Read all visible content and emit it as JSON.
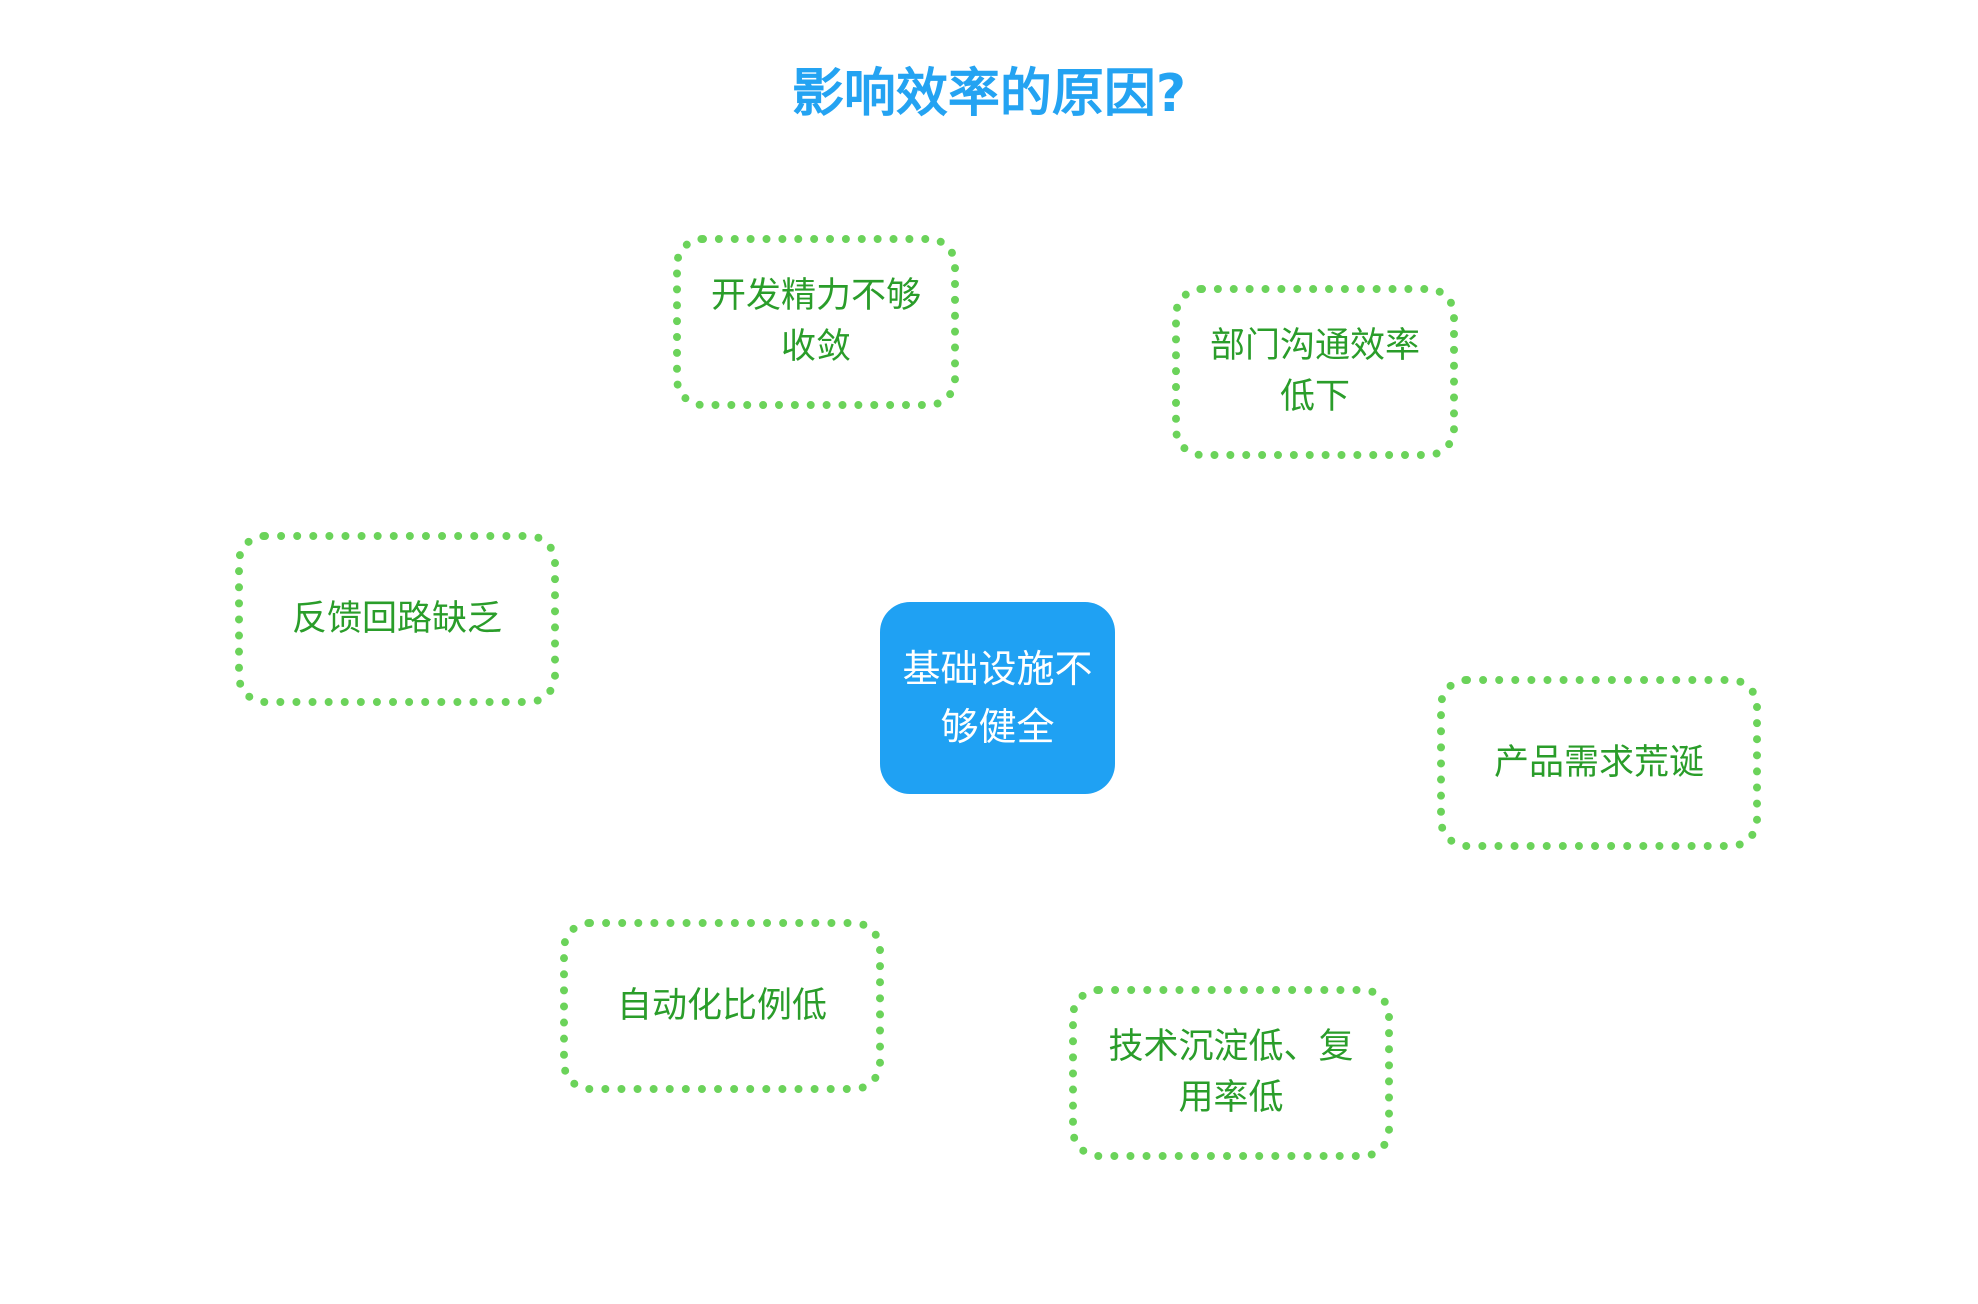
{
  "title": "影响效率的原因?",
  "center": {
    "label": "基础设施不够健全"
  },
  "causes": [
    {
      "label": "开发精力不够收敛"
    },
    {
      "label": "部门沟通效率低下"
    },
    {
      "label": "反馈回路缺乏"
    },
    {
      "label": "产品需求荒诞"
    },
    {
      "label": "自动化比例低"
    },
    {
      "label": "技术沉淀低、复用率低"
    }
  ],
  "colors": {
    "title": "#24A3F2",
    "center_fill": "#1FA1F3",
    "center_text": "#FFFFFF",
    "cause_border": "#6BD35A",
    "cause_text": "#2A9D2A",
    "background": "#FFFFFF"
  }
}
